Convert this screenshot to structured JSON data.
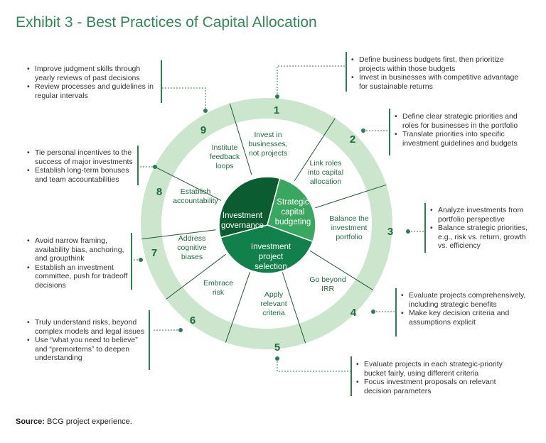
{
  "title": "Exhibit 3 - Best Practices of Capital Allocation",
  "source_label": "Source:",
  "source_text": " BCG project experience.",
  "colors": {
    "title": "#2e8a58",
    "outer_ring": "#cbe6cc",
    "center_dark": "#0b5c31",
    "center_medium": "#3aa760",
    "center_bright": "#12804a",
    "accent_line": "#2e7d4f"
  },
  "center": {
    "governance": [
      "Investment",
      "governance"
    ],
    "budgeting": [
      "Strategic",
      "capital",
      "budgeting"
    ],
    "selection": [
      "Investment",
      "project",
      "selection"
    ]
  },
  "segments": [
    {
      "number": "1",
      "label": [
        "Invest in",
        "businesses,",
        "not projects"
      ]
    },
    {
      "number": "2",
      "label": [
        "Link roles",
        "into capital",
        "allocation"
      ]
    },
    {
      "number": "3",
      "label": [
        "Balance the",
        "investment",
        "portfolio"
      ]
    },
    {
      "number": "4",
      "label": [
        "Go beyond",
        "IRR"
      ]
    },
    {
      "number": "5",
      "label": [
        "Apply",
        "relevant",
        "criteria"
      ]
    },
    {
      "number": "6",
      "label": [
        "Embrace",
        "risk"
      ]
    },
    {
      "number": "7",
      "label": [
        "Address",
        "cognitive",
        "biases"
      ]
    },
    {
      "number": "8",
      "label": [
        "Establish",
        "accountability"
      ]
    },
    {
      "number": "9",
      "label": [
        "Institute",
        "feedback",
        "loops"
      ]
    }
  ],
  "callouts": {
    "c1": [
      "Define business budgets first, then prioritize projects within those budgets",
      "Invest in businesses with competitive advantage for sustainable returns"
    ],
    "c2": [
      "Define clear strategic priorities and roles for businesses in the portfolio",
      "Translate priorities into specific investment guidelines and budgets"
    ],
    "c3": [
      "Analyze investments from portfolio perspective",
      "Balance strategic priorities, e.g., risk vs. return, growth vs. efficiency"
    ],
    "c4": [
      "Evaluate projects comprehensively, including strategic benefits",
      "Make key decision criteria and assumptions explicit"
    ],
    "c5": [
      "Evaluate projects in each strategic-priority bucket fairly, using different criteria",
      "Focus investment proposals on relevant decision parameters"
    ],
    "c6": [
      "Truly understand risks, beyond complex models and legal issues",
      "Use “what you need to believe” and “premortems” to deepen understanding"
    ],
    "c7": [
      "Avoid narrow framing, availability bias, anchoring, and groupthink",
      "Establish an investment committee, push for tradeoff decisions"
    ],
    "c8": [
      "Tie personal incentives to the success of major investments",
      "Establish long-term bonuses and team accountabilities"
    ],
    "c9": [
      "Improve judgment skills through yearly reviews of past decisions",
      "Review processes and guidelines in regular intervals"
    ]
  }
}
